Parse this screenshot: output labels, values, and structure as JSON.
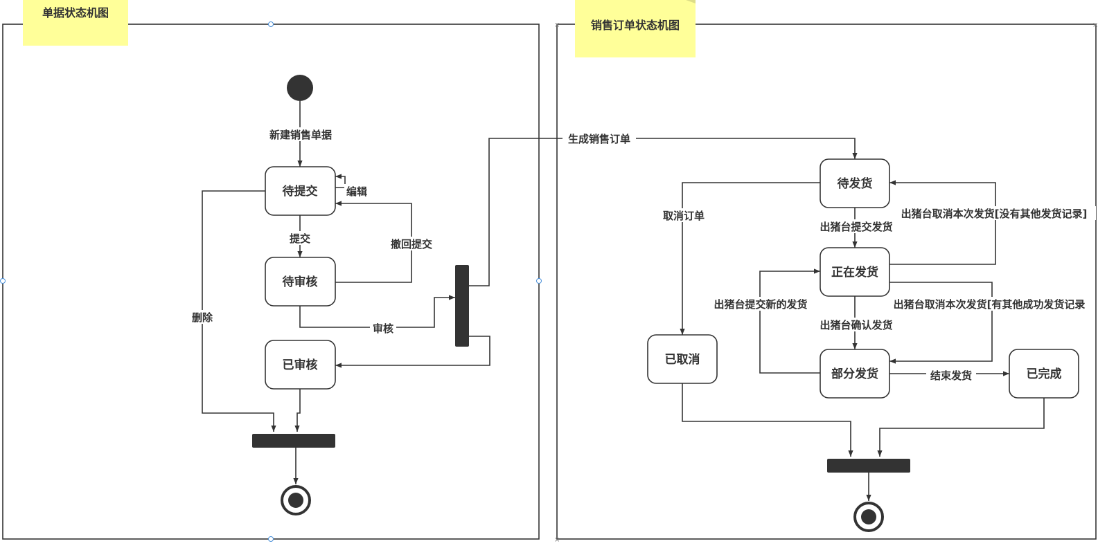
{
  "colors": {
    "stroke": "#333333",
    "note": "#ffff99",
    "handle": "#4a90d9"
  },
  "left": {
    "title": "单据状态机图",
    "states": {
      "pending_submit": "待提交",
      "pending_review": "待审核",
      "reviewed": "已审核"
    },
    "edges": {
      "create": "新建销售单据",
      "edit": "编辑",
      "submit": "提交",
      "withdraw": "撤回提交",
      "delete": "删除",
      "review": "审核"
    }
  },
  "right": {
    "title": "销售订单状态机图",
    "link_label": "生成销售订单",
    "states": {
      "pending_ship": "待发货",
      "shipping": "正在发货",
      "partial": "部分发货",
      "cancelled": "已取消",
      "completed": "已完成"
    },
    "edges": {
      "cancel": "取消订单",
      "submit_ship": "出猪台提交发货",
      "cancel_none": "出猪台取消本次发货[没有其他发货记录]",
      "submit_new": "出猪台提交新的发货",
      "cancel_other": "出猪台取消本次发货[有其他成功发货记录",
      "confirm": "出猪台确认发货",
      "finish": "结束发货"
    }
  }
}
